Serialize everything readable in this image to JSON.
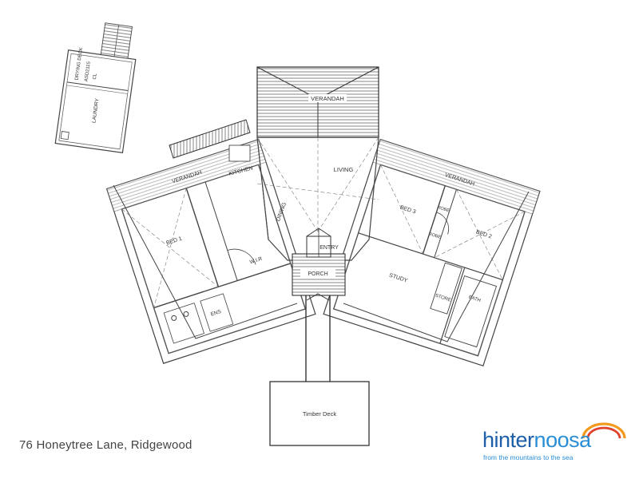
{
  "address": "76 Honeytree Lane, Ridgewood",
  "brand": {
    "name_part1": "hinter",
    "name_part2": "noosa",
    "tagline": "from the mountains to the sea",
    "colors": {
      "dark_blue": "#1d5fa8",
      "light_blue": "#2a8ed6",
      "arc_orange": "#f39a1e",
      "arc_red": "#e0412a"
    }
  },
  "plan": {
    "outbuilding": {
      "drying_deck": "DRYING DECK",
      "tank": "ASD2115",
      "clothesline": "CL",
      "laundry": "LAUNDRY"
    },
    "rooms": {
      "verandah_centre": "VERANDAH",
      "verandah_left": "VERANDAH",
      "verandah_right": "VERANDAH",
      "kitchen": "KITCHEN",
      "living": "LIVING",
      "dining": "DINING",
      "bed1": "BED 1",
      "bed2": "BED 2",
      "bed3": "BED 3",
      "wir": "W.I.R",
      "ens": "ENS",
      "entry": "ENTRY",
      "study": "STUDY",
      "store": "STORE",
      "bath": "BATH",
      "robe1": "ROBE",
      "robe2": "ROBE",
      "porch": "PORCH",
      "timber_deck": "Timber Deck"
    }
  }
}
